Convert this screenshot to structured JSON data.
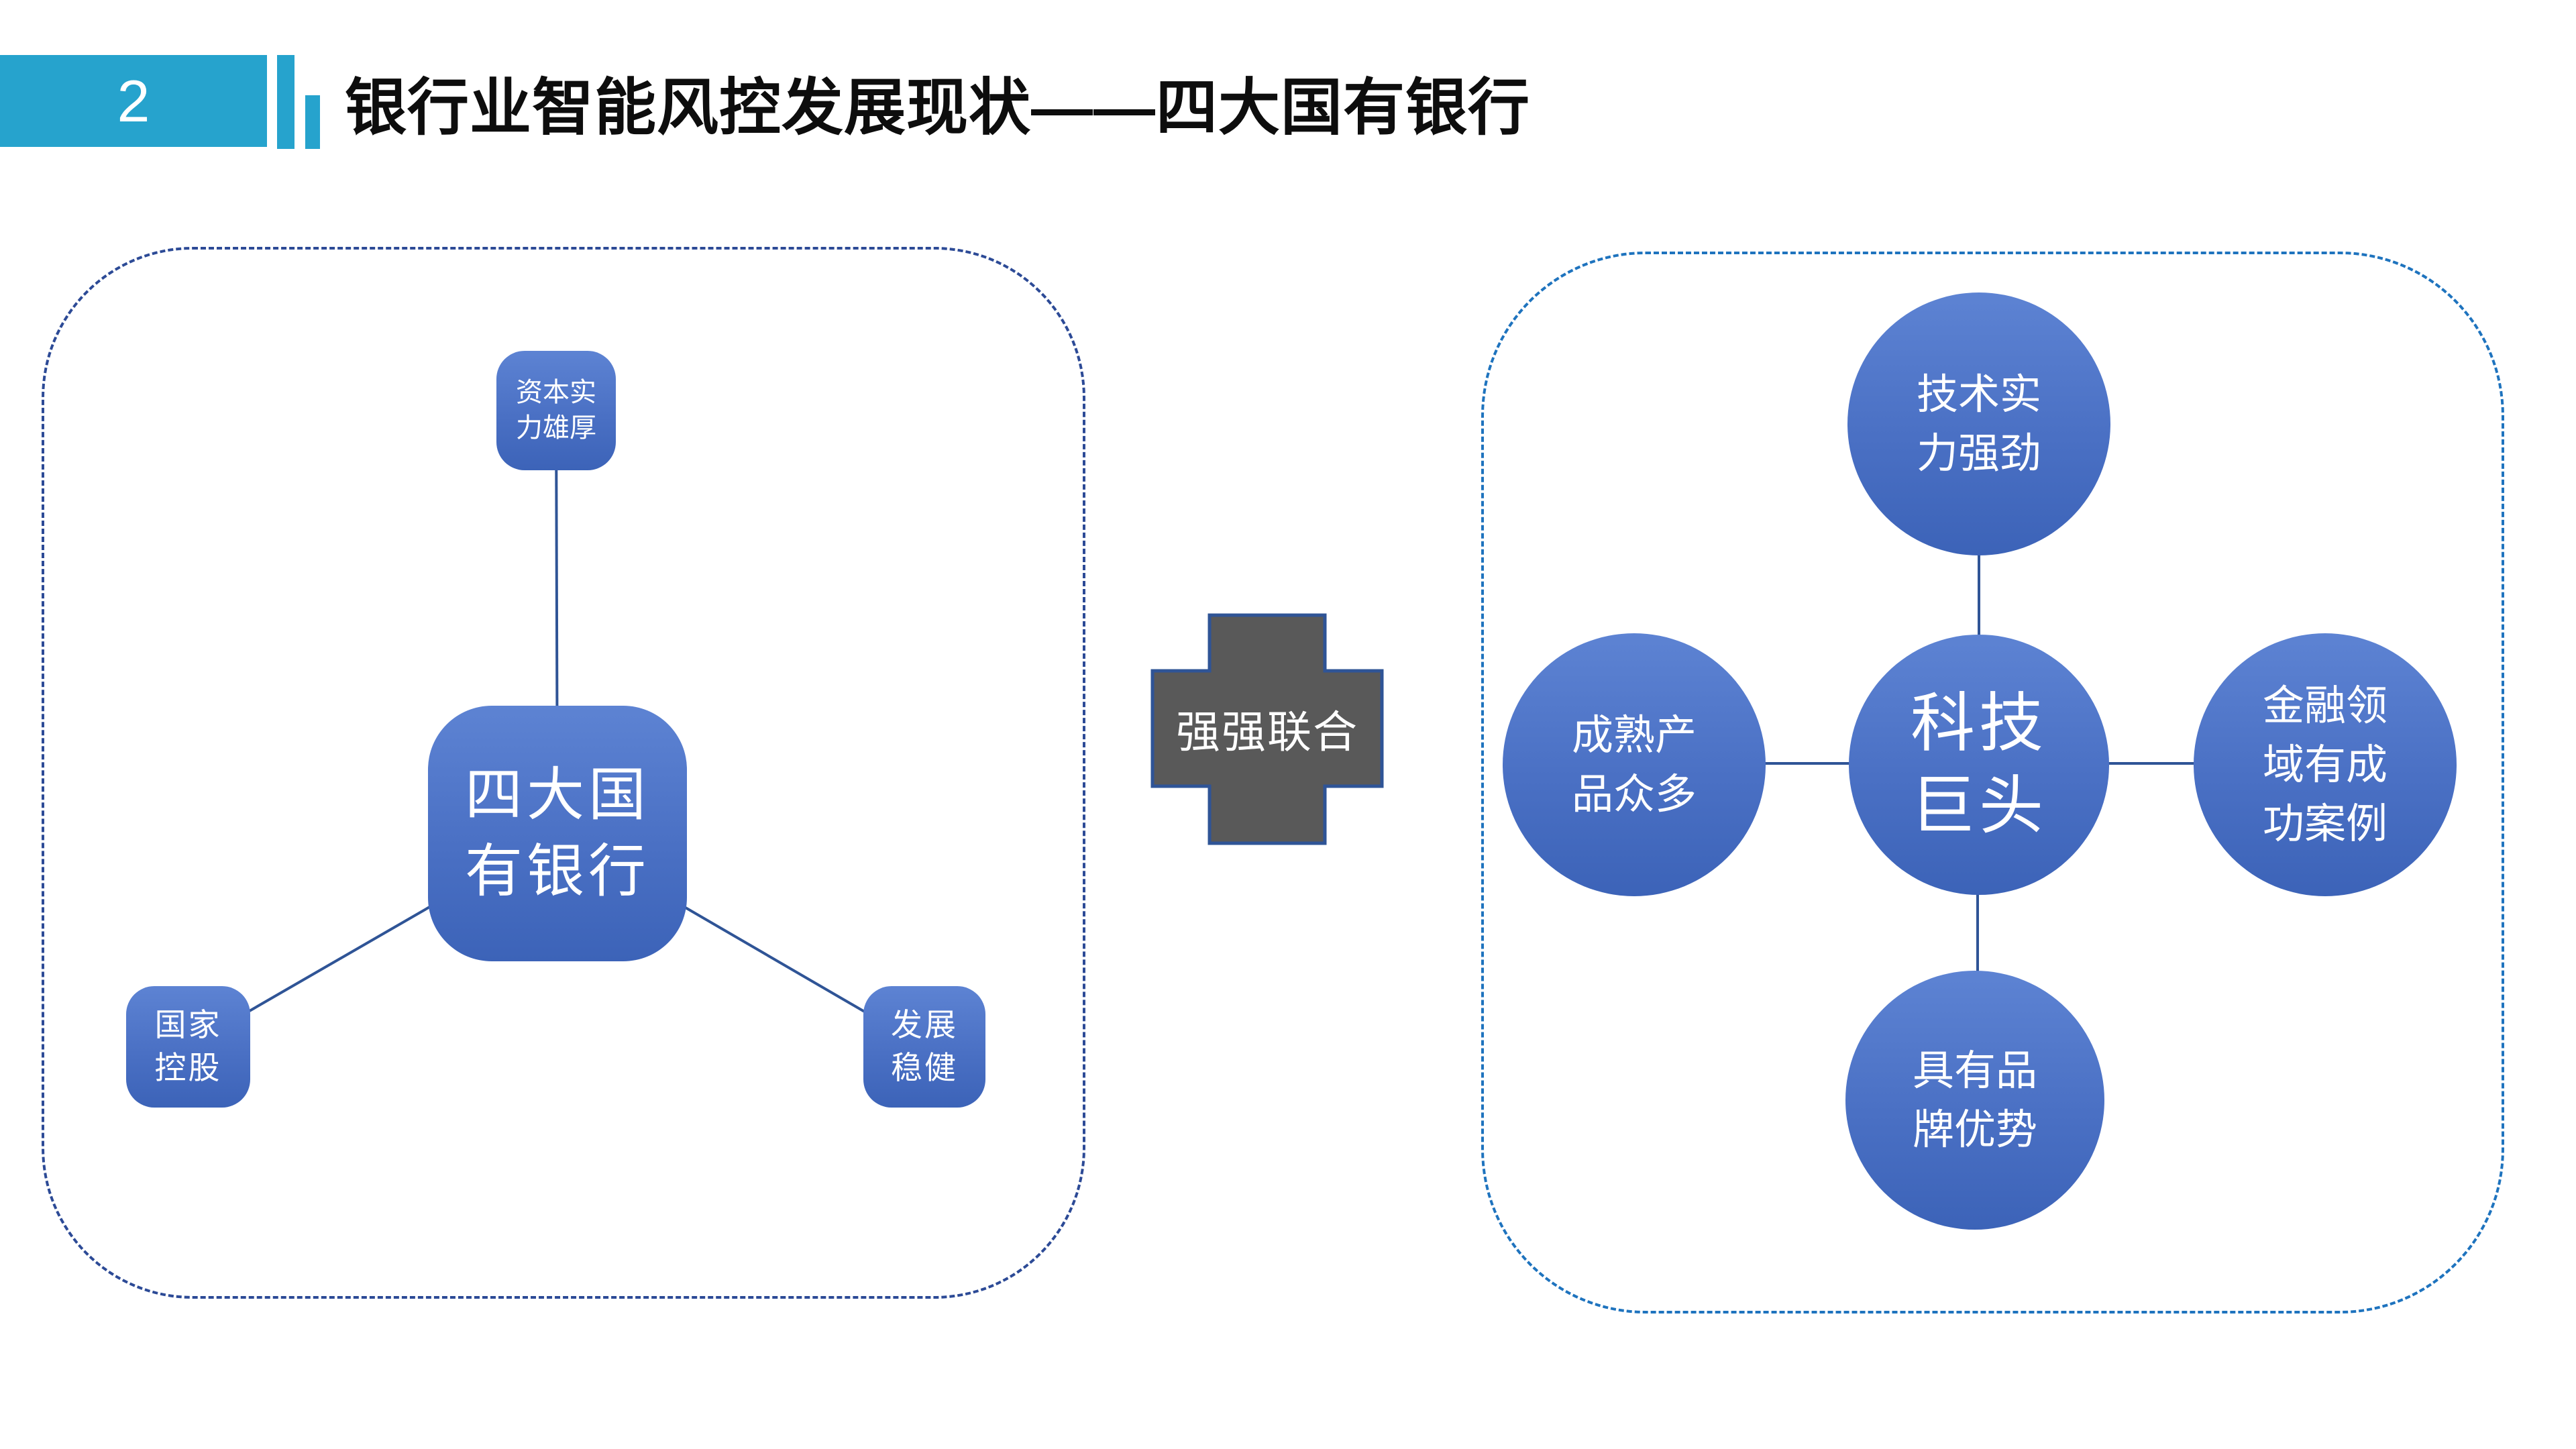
{
  "header": {
    "page_number": "2",
    "title": "银行业智能风控发展现状——四大国有银行"
  },
  "left_panel": {
    "top_node": {
      "lines": [
        "资本实",
        "力雄厚"
      ]
    },
    "center_node": {
      "lines": [
        "四大国",
        "有银行"
      ]
    },
    "bottom_left_node": {
      "lines": [
        "国家",
        "控股"
      ]
    },
    "bottom_right_node": {
      "lines": [
        "发展",
        "稳健"
      ]
    }
  },
  "connector": {
    "label": "强强联合"
  },
  "right_panel": {
    "center_node": {
      "lines": [
        "科技",
        "巨头"
      ]
    },
    "top_node": {
      "lines": [
        "技术实",
        "力强劲"
      ]
    },
    "left_node": {
      "lines": [
        "成熟产",
        "品众多"
      ]
    },
    "right_node": {
      "lines": [
        "金融领",
        "域有成",
        "功案例"
      ]
    },
    "bottom_node": {
      "lines": [
        "具有品",
        "牌优势"
      ]
    }
  },
  "colors": {
    "header_accent_teal": "#26A3CD",
    "title_text": "#0D0D0D",
    "node_gradient_light": "#5D83D3",
    "node_gradient_dark": "#3C63B8",
    "node_text": "#FFFFFF",
    "left_panel_border": "#2C4A96",
    "right_panel_border": "#1E73BE",
    "connector_line": "#2F5496",
    "plus_fill": "#595959",
    "plus_border": "#2F5496"
  }
}
